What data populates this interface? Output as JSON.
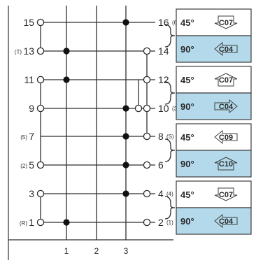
{
  "colors": {
    "line": "#2f2f2f",
    "panel_white": "#ffffff",
    "panel_blue": "#b3d9ea",
    "panel_border": "#3d3d3d",
    "dot": "#111111"
  },
  "bus_labels": [
    "1",
    "2",
    "3"
  ],
  "rows": [
    {
      "left_pin": "15",
      "left_note": "",
      "right_pin": "16",
      "right_note": "(6)"
    },
    {
      "left_pin": "13",
      "left_note": "(T)",
      "right_pin": "14",
      "right_note": ""
    },
    {
      "left_pin": "11",
      "left_note": "",
      "right_pin": "12",
      "right_note": ""
    },
    {
      "left_pin": "9",
      "left_note": "",
      "right_pin": "10",
      "right_note": "(3)"
    },
    {
      "left_pin": "7",
      "left_note": "(5)",
      "right_pin": "8",
      "right_note": "(S)"
    },
    {
      "left_pin": "5",
      "left_note": "(2)",
      "right_pin": "6",
      "right_note": ""
    },
    {
      "left_pin": "3",
      "left_note": "",
      "right_pin": "4",
      "right_note": "(4)"
    },
    {
      "left_pin": "1",
      "left_note": "(R)",
      "right_pin": "2",
      "right_note": "(1)"
    }
  ],
  "panels": [
    {
      "top": {
        "angle": "45°",
        "code": "C07",
        "arrow": "down"
      },
      "bottom": {
        "angle": "90°",
        "code": "C04",
        "arrow": "left"
      }
    },
    {
      "top": {
        "angle": "45°",
        "code": "C07",
        "arrow": "up"
      },
      "bottom": {
        "angle": "90°",
        "code": "C04",
        "arrow": "right"
      }
    },
    {
      "top": {
        "angle": "45°",
        "code": "C09",
        "arrow": "left"
      },
      "bottom": {
        "angle": "90°",
        "code": "C10",
        "arrow": "up"
      }
    },
    {
      "top": {
        "angle": "45°",
        "code": "C07",
        "arrow": "down"
      },
      "bottom": {
        "angle": "90°",
        "code": "C04",
        "arrow": "left"
      }
    }
  ]
}
